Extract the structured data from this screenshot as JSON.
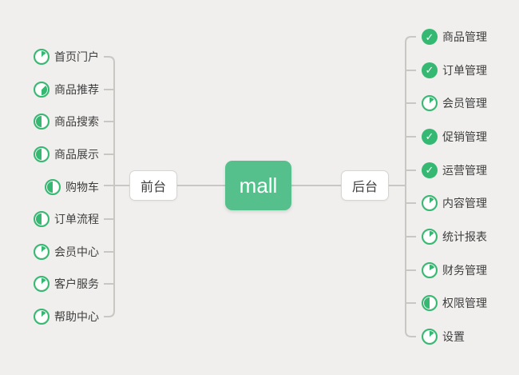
{
  "root": {
    "label": "mall"
  },
  "front_branch": {
    "label": "前台",
    "items": [
      {
        "label": "首页门户",
        "icon": "pie",
        "start": 0,
        "sweep": 50
      },
      {
        "label": "商品推荐",
        "icon": "pie",
        "start": 45,
        "sweep": 135
      },
      {
        "label": "商品搜索",
        "icon": "pie",
        "start": 180,
        "sweep": 180
      },
      {
        "label": "商品展示",
        "icon": "pie",
        "start": 180,
        "sweep": 180
      },
      {
        "label": "购物车",
        "icon": "pie",
        "start": 180,
        "sweep": 180
      },
      {
        "label": "订单流程",
        "icon": "pie",
        "start": 180,
        "sweep": 180
      },
      {
        "label": "会员中心",
        "icon": "pie",
        "start": 0,
        "sweep": 50
      },
      {
        "label": "客户服务",
        "icon": "pie",
        "start": 0,
        "sweep": 50
      },
      {
        "label": "帮助中心",
        "icon": "pie",
        "start": 0,
        "sweep": 50
      }
    ]
  },
  "back_branch": {
    "label": "后台",
    "items": [
      {
        "label": "商品管理",
        "icon": "check"
      },
      {
        "label": "订单管理",
        "icon": "check"
      },
      {
        "label": "会员管理",
        "icon": "pie",
        "start": 0,
        "sweep": 50
      },
      {
        "label": "促销管理",
        "icon": "check"
      },
      {
        "label": "运营管理",
        "icon": "check"
      },
      {
        "label": "内容管理",
        "icon": "pie",
        "start": 0,
        "sweep": 50
      },
      {
        "label": "统计报表",
        "icon": "pie",
        "start": 0,
        "sweep": 50
      },
      {
        "label": "财务管理",
        "icon": "pie",
        "start": 0,
        "sweep": 60
      },
      {
        "label": "权限管理",
        "icon": "pie",
        "start": 180,
        "sweep": 180
      },
      {
        "label": "设置",
        "icon": "pie",
        "start": 0,
        "sweep": 50
      }
    ]
  },
  "icons": {
    "check_glyph": "✓"
  },
  "colors": {
    "background": "#f0efed",
    "line": "#c8c7c4",
    "icon_green": "#35b872",
    "node_green": "#55c08c",
    "node_border": "#d7d5d2",
    "text": "#3e3e3e"
  }
}
